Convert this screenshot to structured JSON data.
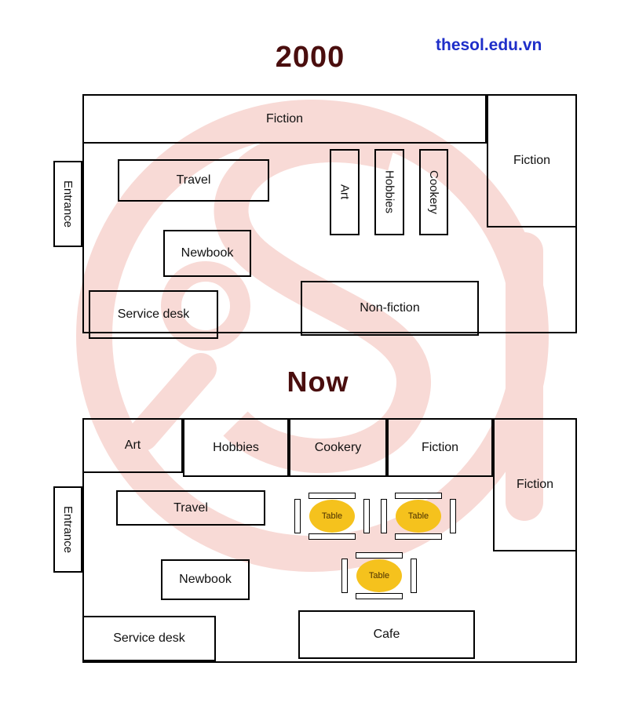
{
  "header": {
    "watermark": "thesol.edu.vn"
  },
  "plan2000": {
    "title": "2000",
    "labels": {
      "fiction_top": "Fiction",
      "fiction_right": "Fiction",
      "entrance": "Entrance",
      "travel": "Travel",
      "art": "Art",
      "hobbies": "Hobbies",
      "cookery": "Cookery",
      "newbook": "Newbook",
      "service_desk": "Service desk",
      "non_fiction": "Non-fiction"
    }
  },
  "planNow": {
    "title": "Now",
    "labels": {
      "art": "Art",
      "hobbies": "Hobbies",
      "cookery": "Cookery",
      "fiction_top": "Fiction",
      "fiction_right": "Fiction",
      "entrance": "Entrance",
      "travel": "Travel",
      "newbook": "Newbook",
      "service_desk": "Service desk",
      "cafe": "Cafe"
    },
    "tables": [
      {
        "label": "Table"
      },
      {
        "label": "Table"
      },
      {
        "label": "Table"
      }
    ]
  },
  "colors": {
    "title_maroon": "#4a0e0e",
    "brand_blue": "#1e2ec9",
    "table_fill": "#f5c21d",
    "watermark_pink": "#f8dad6"
  }
}
